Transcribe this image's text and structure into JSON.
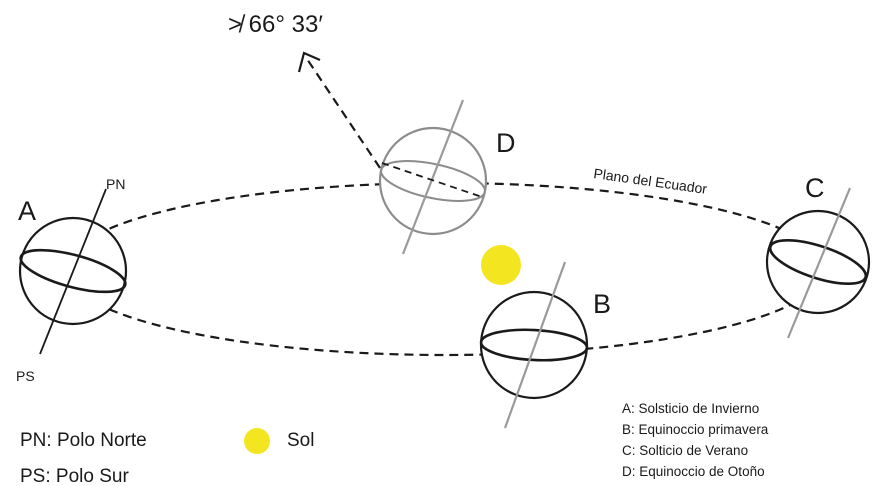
{
  "angle_label": "≯ 66° 33′",
  "plane_label": "Plano del Ecuador",
  "positions": {
    "a": "A",
    "b": "B",
    "c": "C",
    "d": "D"
  },
  "poles": {
    "north": "PN",
    "south": "PS"
  },
  "legend": {
    "north_pole": "PN: Polo Norte",
    "south_pole": "PS: Polo Sur",
    "sun": "Sol"
  },
  "key": [
    "A: Solsticio de Invierno",
    "B: Equinoccio primavera",
    "C: Solticio de Verano",
    "D: Equinoccio de Otoño"
  ],
  "colors": {
    "sun": "#f4e521",
    "line": "#1a1a1a",
    "grey": "#8c8c8c"
  }
}
